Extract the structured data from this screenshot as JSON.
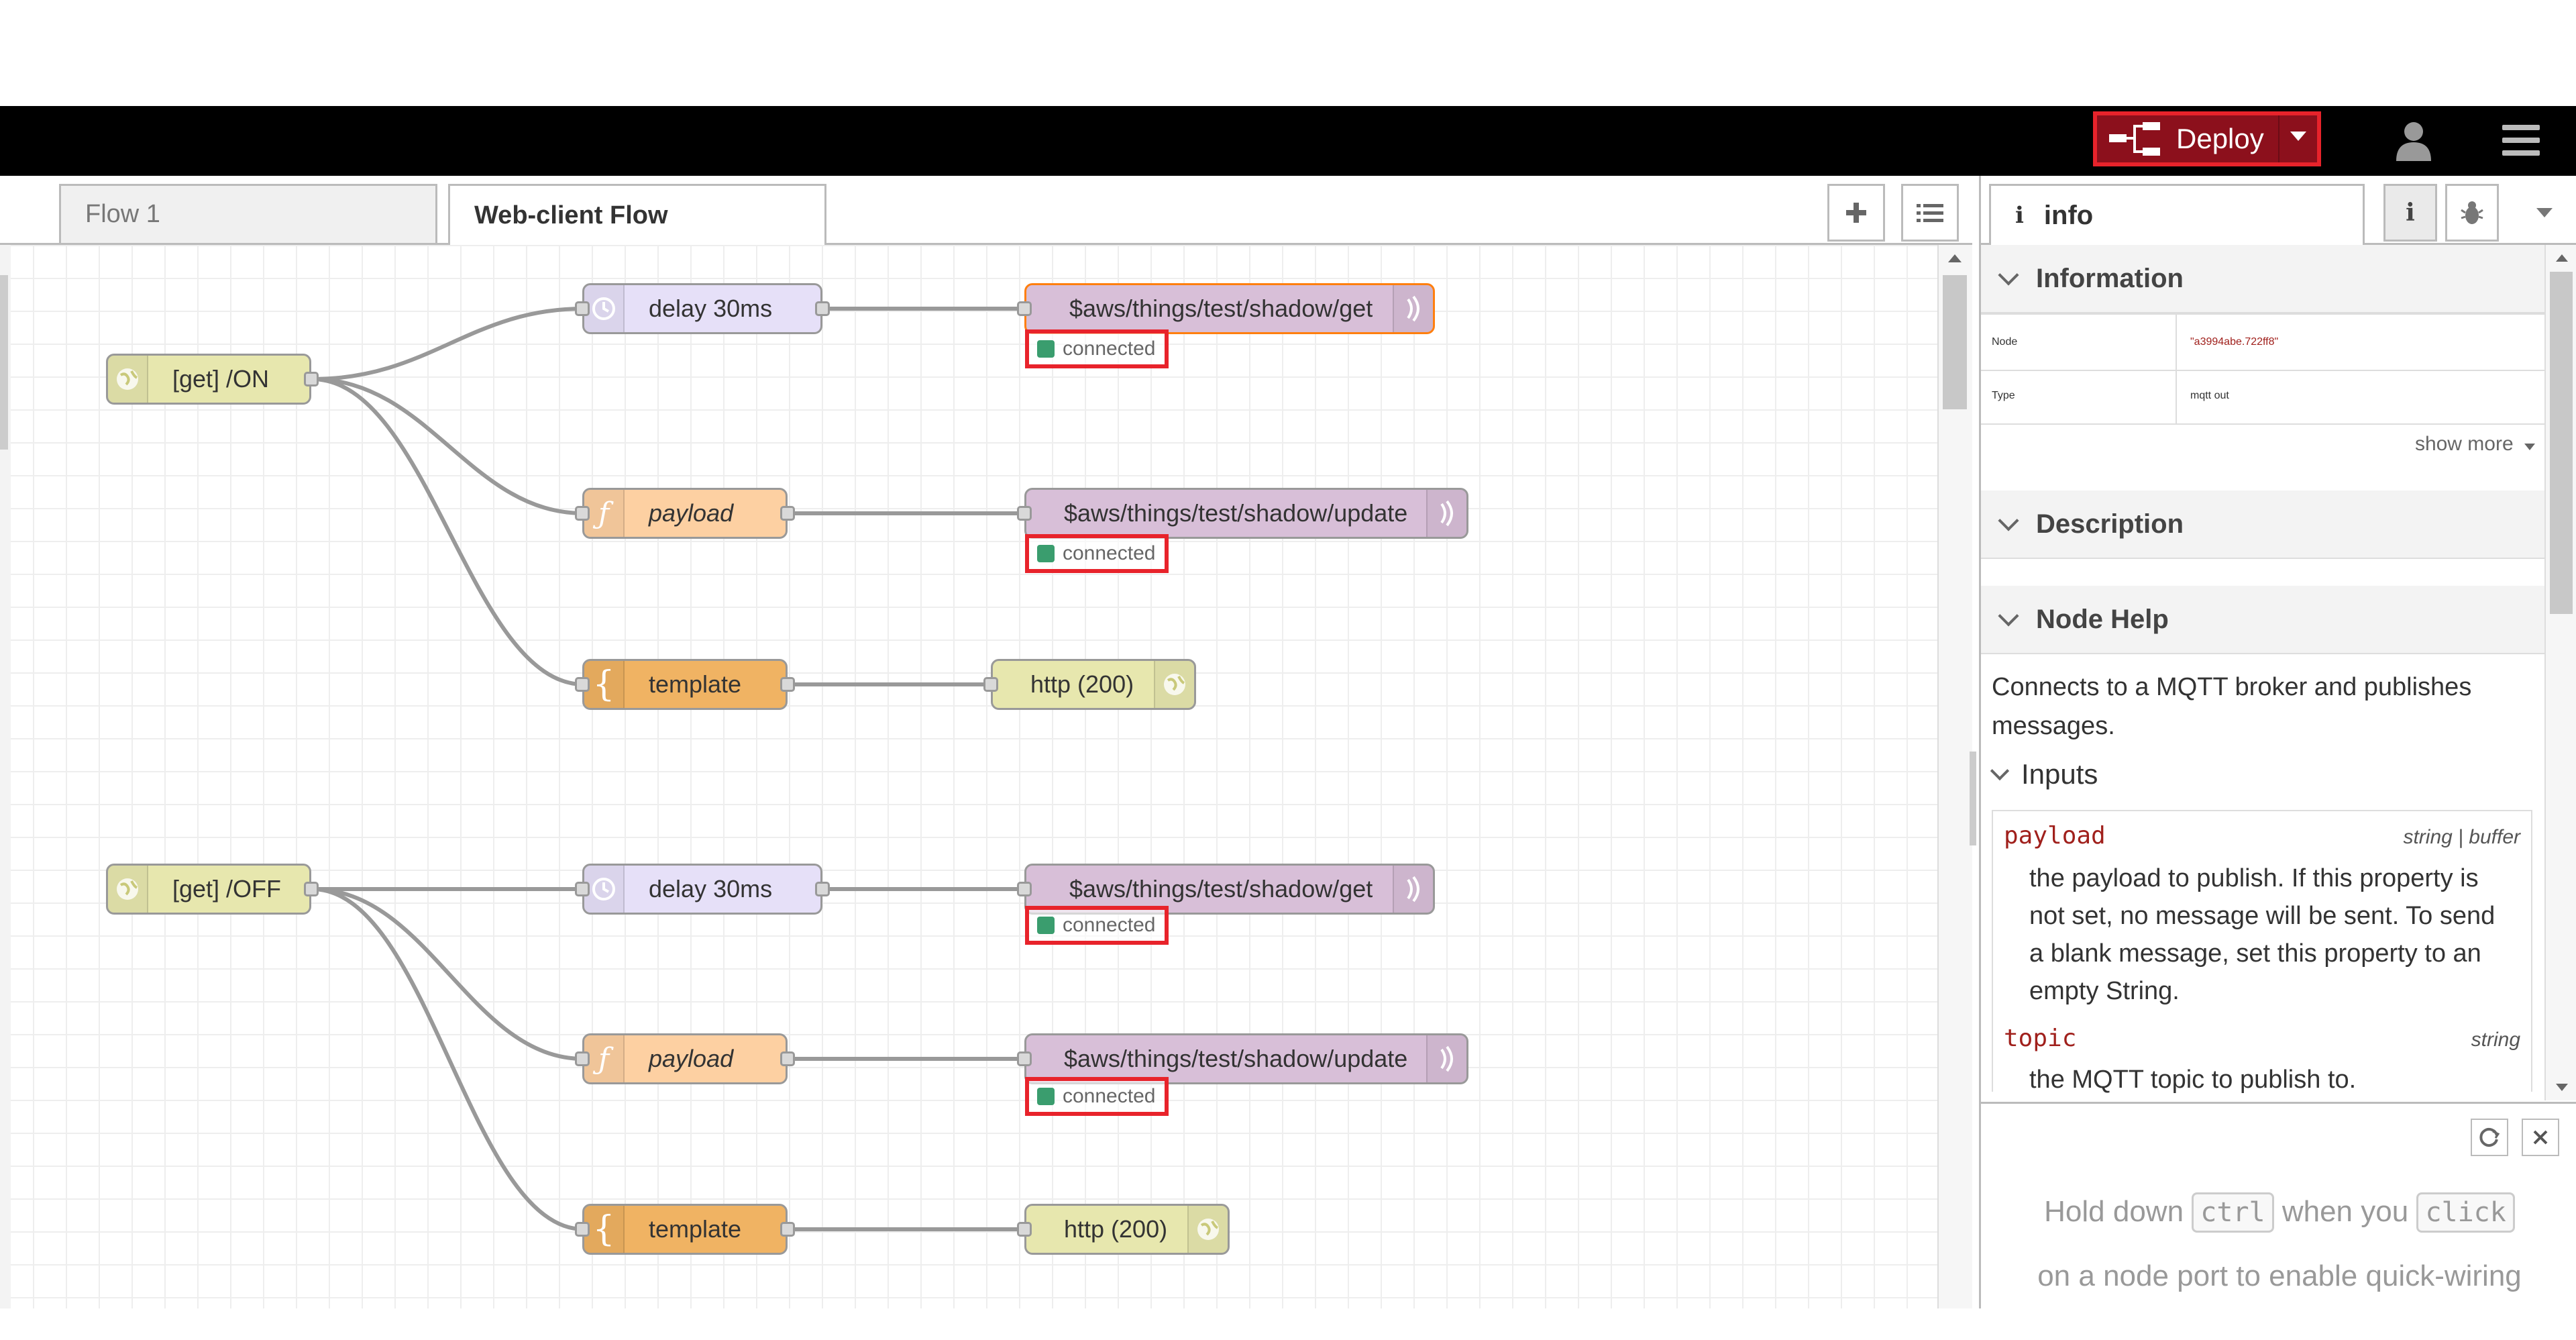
{
  "header": {
    "deploy_label": "Deploy"
  },
  "tabs": [
    {
      "label": "Flow 1"
    },
    {
      "label": "Web-client Flow"
    }
  ],
  "nodes": {
    "get_on": "[get] /ON",
    "get_off": "[get] /OFF",
    "delay": "delay 30ms",
    "payload": "payload",
    "template": "template",
    "mqtt_get": "$aws/things/test/shadow/get",
    "mqtt_update": "$aws/things/test/shadow/update",
    "http_200": "http (200)",
    "status_connected": "connected"
  },
  "sidebar": {
    "tab_label": "info",
    "sections": {
      "information": "Information",
      "description": "Description",
      "node_help": "Node Help"
    },
    "props": [
      {
        "key": "Node",
        "value": "\"a3994abe.722ff8\""
      },
      {
        "key": "Type",
        "value": "mqtt out"
      }
    ],
    "show_more": "show more",
    "help_line1": "Connects to a MQTT broker and publishes",
    "help_line2": "messages.",
    "inputs_title": "Inputs",
    "inputs": [
      {
        "name": "payload",
        "type": "string | buffer",
        "desc": [
          "the payload to publish. If this property is",
          "not set, no message will be sent. To send",
          "a blank message, set this property to an",
          "empty String."
        ]
      },
      {
        "name": "topic",
        "type": "string",
        "desc": [
          "the MQTT topic to publish to."
        ]
      }
    ]
  },
  "tips": {
    "w1": "Hold down",
    "k1": "ctrl",
    "w2": "when you",
    "k2": "click",
    "line2": "on a node port to enable quick-wiring"
  }
}
